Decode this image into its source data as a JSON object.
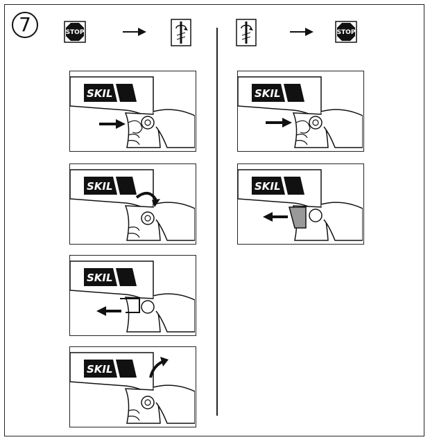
{
  "step_number": "7",
  "brand": "SKIL",
  "stop_label": "STOP",
  "left_header": [
    "stop-icon",
    "arrow-right-icon",
    "rotation-icon"
  ],
  "right_header": [
    "rotation-icon",
    "arrow-right-icon",
    "stop-icon"
  ],
  "left_panels": [
    {
      "action": "push-trigger-lock",
      "arrow": "arrow-right"
    },
    {
      "action": "rotate-lock-down",
      "arrow": "curved-arrow-down"
    },
    {
      "action": "pull-lever-out",
      "arrow": "arrow-left"
    },
    {
      "action": "rotate-lever-up",
      "arrow": "curved-arrow-up"
    }
  ],
  "right_panels": [
    {
      "action": "push-trigger-lock",
      "arrow": "arrow-right"
    },
    {
      "action": "pull-lever-out",
      "arrow": "arrow-left"
    }
  ]
}
